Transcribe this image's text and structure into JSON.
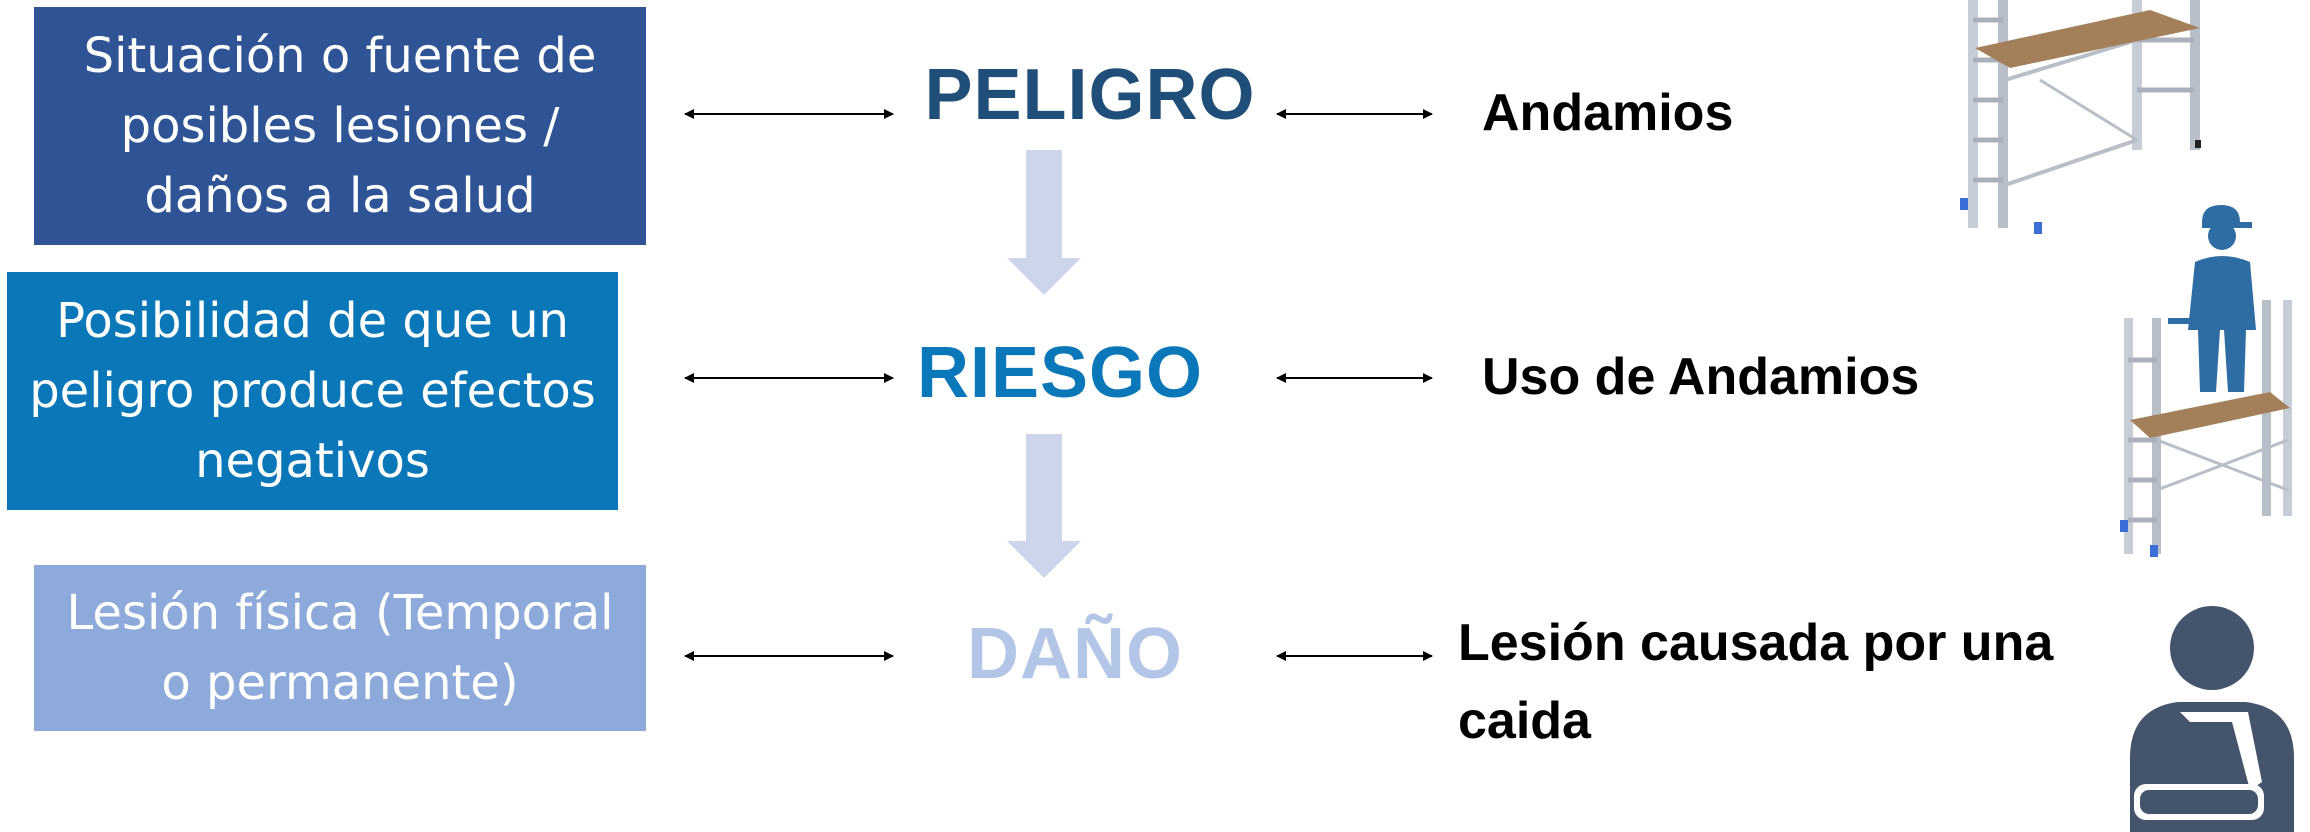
{
  "rows": [
    {
      "definition": "Situación o fuente de posibles lesiones / daños a la salud",
      "term": "PELIGRO",
      "example": "Andamios",
      "illustration_icon": "scaffold-icon"
    },
    {
      "definition": "Posibilidad de que un peligro produce efectos negativos",
      "term": "RIESGO",
      "example": "Uso de Andamios",
      "illustration_icon": "worker-on-scaffold-icon"
    },
    {
      "definition": "Lesión física (Temporal o permanente)",
      "term": "DAÑO",
      "example": "Lesión causada por una caida",
      "illustration_icon": "injured-person-sling-icon"
    }
  ],
  "colors": {
    "box_1": "#2f5496",
    "box_2": "#0a77b8",
    "box_3": "#8eaadb",
    "term_1": "#1f4e79",
    "term_2": "#0a77b8",
    "term_3": "#b4c6e7",
    "down_arrow": "#cdd5ea",
    "scaffold_frame": "#c7cdd6",
    "scaffold_plank": "#a3805a",
    "worker": "#2e6da4",
    "injured_person": "#44546a"
  }
}
